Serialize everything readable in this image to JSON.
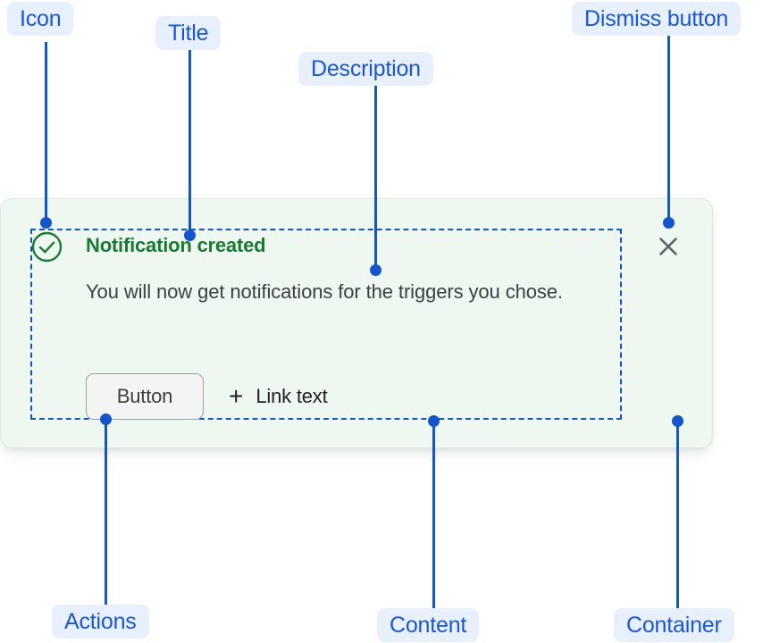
{
  "notification": {
    "title": "Notification created",
    "description": "You will now get notifications for the triggers you chose.",
    "status_icon": "check-circle-icon",
    "dismiss_icon": "close-icon",
    "actions": {
      "button_label": "Button",
      "link_plus_icon": "+",
      "link_label": "Link text"
    },
    "colors": {
      "card_background": "#eef7f0",
      "card_border": "#dbe9de",
      "title_green": "#1a7a32",
      "icon_green": "#1a7a32",
      "description_gray": "#3c4043",
      "button_background": "#f4f4f4",
      "button_border": "#9aa0a6"
    }
  },
  "annotations": {
    "accent_color": "#1355cc",
    "pill_background": "#e8f0fe",
    "pill_text_color": "#1a56db",
    "labels": [
      {
        "id": "icon",
        "text": "Icon"
      },
      {
        "id": "title",
        "text": "Title"
      },
      {
        "id": "description",
        "text": "Description"
      },
      {
        "id": "dismiss-button",
        "text": "Dismiss button"
      },
      {
        "id": "actions",
        "text": "Actions"
      },
      {
        "id": "content",
        "text": "Content"
      },
      {
        "id": "container",
        "text": "Container"
      }
    ]
  }
}
